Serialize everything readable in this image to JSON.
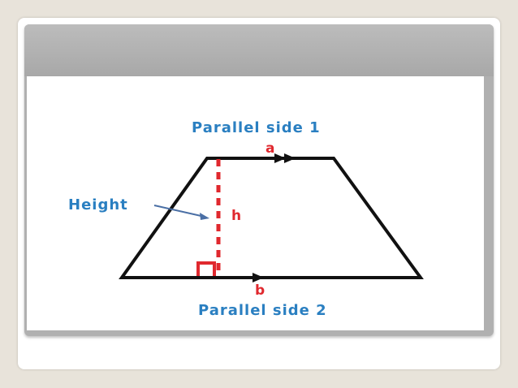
{
  "diagram": {
    "top_label": "Parallel side 1",
    "bottom_label": "Parallel side 2",
    "height_label": "Height",
    "a_label": "a",
    "b_label": "b",
    "h_label": "h",
    "colors": {
      "label_blue": "#2a7fc1",
      "mark_red": "#e0282e",
      "outline": "#111111",
      "header_gray": "#b0b0b0",
      "arrow_blue": "#4a6fa5"
    }
  }
}
